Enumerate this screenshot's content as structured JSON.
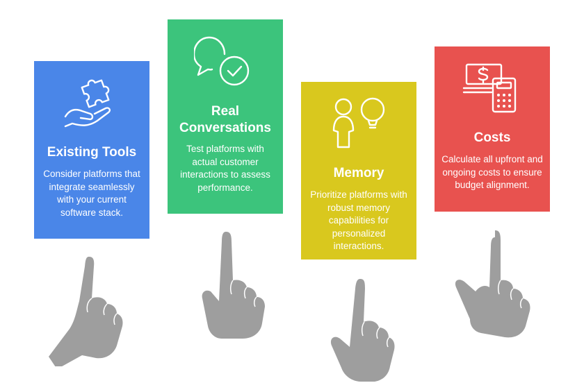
{
  "colors": {
    "blue": "#4a86e8",
    "green": "#3cc47c",
    "yellow": "#d9c81e",
    "red": "#e8524f",
    "hand": "#9e9e9e"
  },
  "cards": [
    {
      "title": "Existing Tools",
      "description": "Consider platforms that integrate seamlessly with your current software stack.",
      "icon": "puzzle-in-hand-icon"
    },
    {
      "title": "Real Conversations",
      "description": "Test platforms with actual customer interactions to assess performance.",
      "icon": "chat-bubbles-check-icon"
    },
    {
      "title": "Memory",
      "description": "Prioritize platforms with robust memory capabilities for personalized interactions.",
      "icon": "person-idea-icon"
    },
    {
      "title": "Costs",
      "description": "Calculate all upfront and ongoing costs to ensure budget alignment.",
      "icon": "money-calculator-icon"
    }
  ]
}
